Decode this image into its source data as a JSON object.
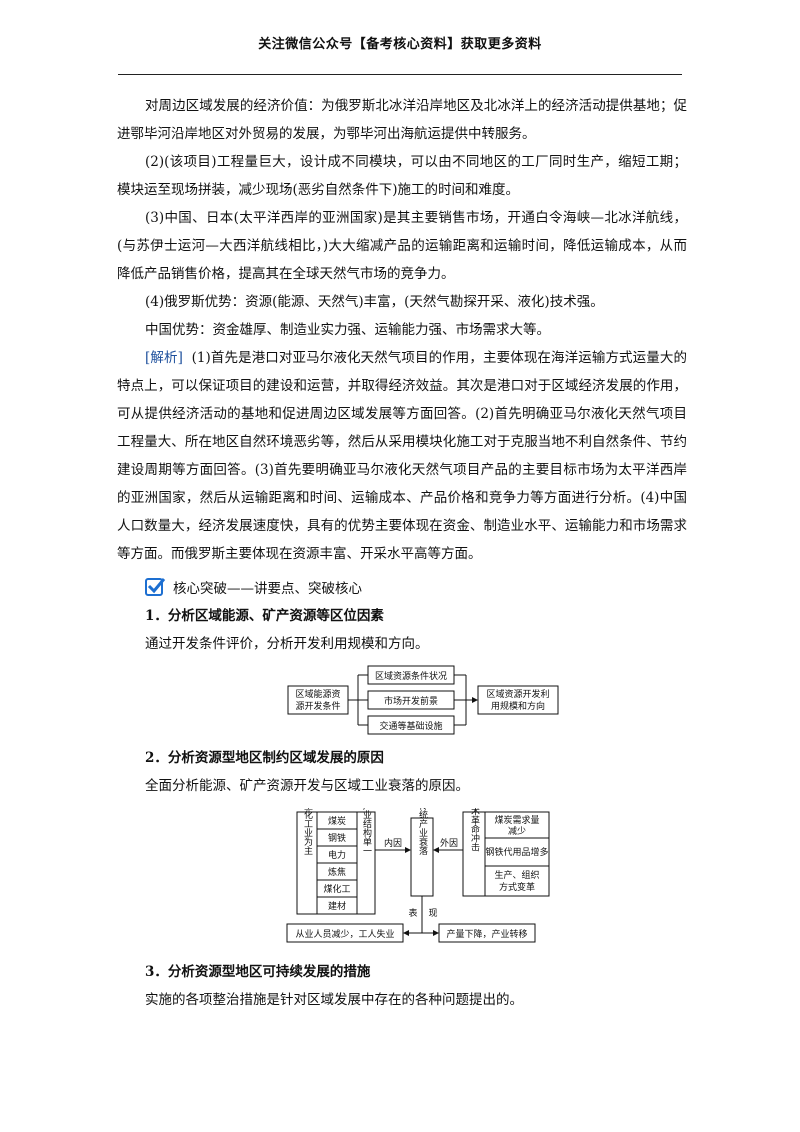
{
  "header": {
    "title": "关注微信公众号【备考核心资料】获取更多资料"
  },
  "answers": {
    "p1": "对周边区域发展的经济价值：为俄罗斯北冰洋沿岸地区及北冰洋上的经济活动提供基地；促进鄂毕河沿岸地区对外贸易的发展，为鄂毕河出海航运提供中转服务。",
    "p2": "(2)(该项目)工程量巨大，设计成不同模块，可以由不同地区的工厂同时生产，缩短工期；模块运至现场拼装，减少现场(恶劣自然条件下)施工的时间和难度。",
    "p3": "(3)中国、日本(太平洋西岸的亚洲国家)是其主要销售市场，开通白令海峡—北冰洋航线，(与苏伊士运河—大西洋航线相比，)大大缩减产品的运输距离和运输时间，降低运输成本，从而降低产品销售价格，提高其在全球天然气市场的竞争力。",
    "p4": "(4)俄罗斯优势：资源(能源、天然气)丰富，(天然气勘探开采、液化)技术强。",
    "p5": "中国优势：资金雄厚、制造业实力强、运输能力强、市场需求大等。"
  },
  "analysis": {
    "tag": "[解析]",
    "text": "(1)首先是港口对亚马尔液化天然气项目的作用，主要体现在海洋运输方式运量大的特点上，可以保证项目的建设和运营，并取得经济效益。其次是港口对于区域经济发展的作用，可从提供经济活动的基地和促进周边区域发展等方面回答。(2)首先明确亚马尔液化天然气项目工程量大、所在地区自然环境恶劣等，然后从采用模块化施工对于克服当地不利自然条件、节约建设周期等方面回答。(3)首先要明确亚马尔液化天然气项目产品的主要目标市场为太平洋西岸的亚洲国家，然后从运输距离和时间、运输成本、产品价格和竞争力等方面进行分析。(4)中国人口数量大，经济发展速度快，具有的优势主要体现在资金、制造业水平、运输能力和市场需求等方面。而俄罗斯主要体现在资源丰富、开采水平高等方面。"
  },
  "section": {
    "title": "核心突破——讲要点、突破核心"
  },
  "points": [
    {
      "heading": "1．分析区域能源、矿产资源等区位因素",
      "text": "通过开发条件评价，分析开发利用规模和方向。"
    },
    {
      "heading": "2．分析资源型地区制约区域发展的原因",
      "text": "全面分析能源、矿产资源开发与区域工业衰落的原因。"
    },
    {
      "heading": "3．分析资源型地区可持续发展的措施",
      "text": "实施的各项整治措施是针对区域发展中存在的各种问题提出的。"
    }
  ],
  "diagram1": {
    "left": [
      "区域能源资",
      "源开发条件"
    ],
    "middle": [
      "区域资源条件状况",
      "市场开发前景",
      "交通等基础设施"
    ],
    "right": [
      "区域资源开发利",
      "用规模和方向"
    ]
  },
  "diagram2": {
    "left_vertical": "重化工业为主",
    "industries": [
      "煤炭",
      "钢铁",
      "电力",
      "炼焦",
      "煤化工",
      "建材"
    ],
    "structure_vertical": "产业结构单一",
    "inner_label": "内因",
    "center_vertical": "传统产业衰落",
    "outer_label": "外因",
    "tech_vertical": "新技术革命冲击",
    "external": [
      [
        "煤炭需求量",
        "减少"
      ],
      [
        "钢铁代用品增多"
      ],
      [
        "生产、组织",
        "方式变革"
      ]
    ],
    "perf_left": "表",
    "perf_right": "现",
    "bottom_left": "从业人员减少，工人失业",
    "bottom_right": "产量下降，产业转移"
  }
}
